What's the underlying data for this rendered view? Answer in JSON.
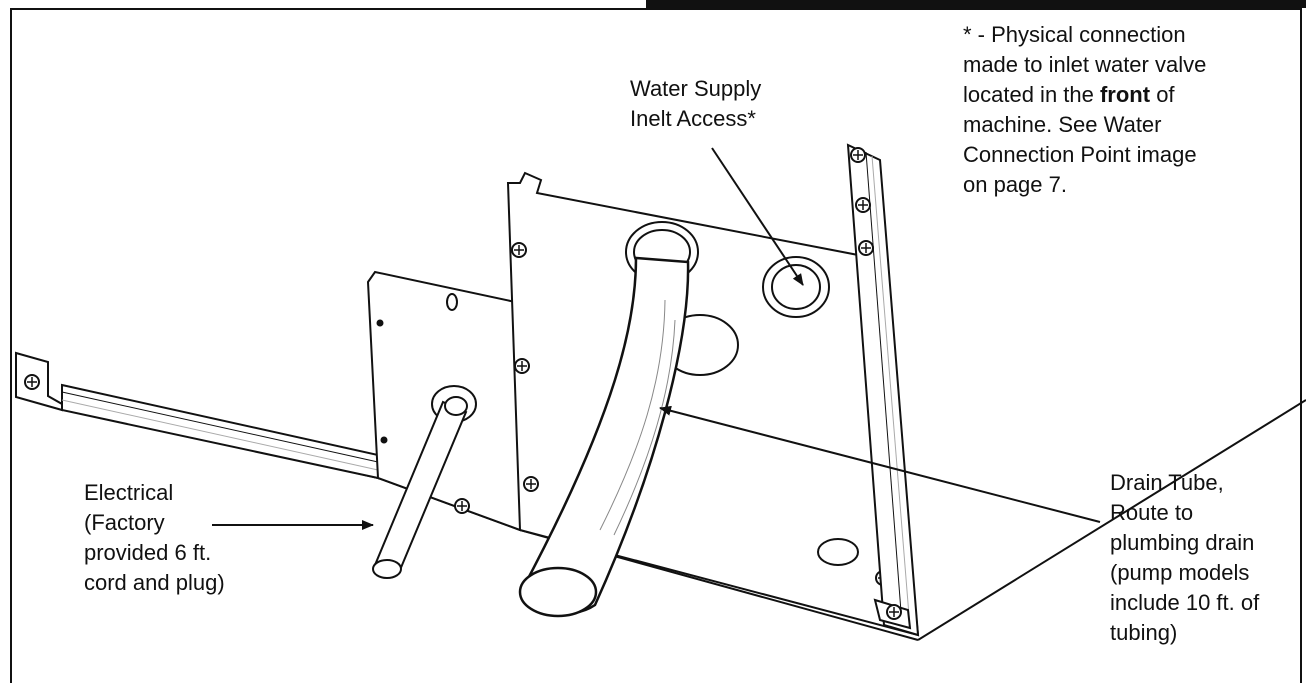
{
  "note": {
    "line1": "* - Physical connection",
    "line2": "made to inlet water valve",
    "line3_pre": "located in the ",
    "line3_bold": "front",
    "line3_post": " of",
    "line4": "machine. See Water",
    "line5": "Connection Point image",
    "line6": "on page 7."
  },
  "labels": {
    "water_supply": [
      "Water Supply",
      "Inelt Access*"
    ],
    "electrical": [
      "Electrical",
      "(Factory",
      "provided 6 ft.",
      "cord and plug)"
    ],
    "drain": [
      "Drain Tube,",
      "Route to",
      "plumbing drain",
      "(pump models",
      "include 10 ft. of",
      "tubing)"
    ]
  },
  "colors": {
    "line": "#111111",
    "background": "#ffffff",
    "shade": "#d9d9d9"
  }
}
